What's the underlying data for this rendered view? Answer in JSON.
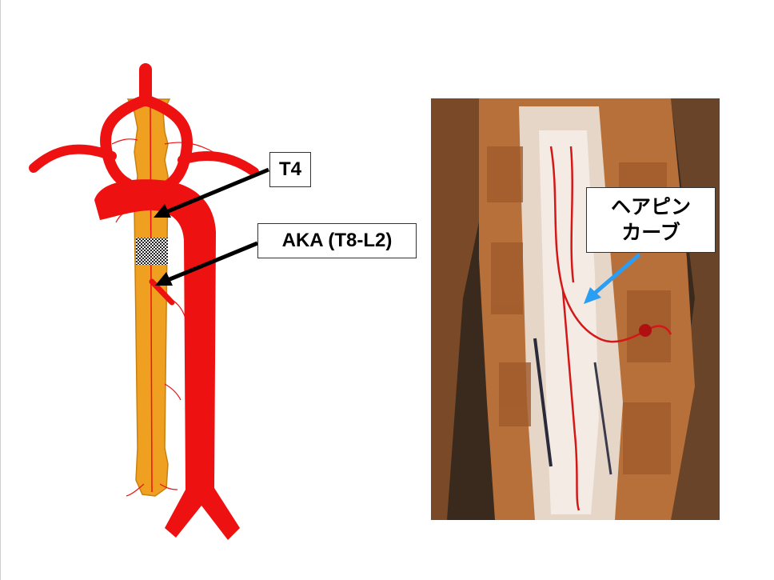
{
  "labels": {
    "t4": "T4",
    "aka": "AKA (T8-L2)",
    "hairpin_line1": "ヘアピン",
    "hairpin_line2": "カーブ"
  },
  "colors": {
    "aorta": "#ee1111",
    "spinal_cord": "#f0a020",
    "spinal_cord_outline": "#c88010",
    "arrow_black": "#000000",
    "arrow_blue": "#2a9df4",
    "photo_bone": "#b8703a",
    "photo_dark": "#3a2a1e"
  },
  "icons": {
    "graft": "graft-patch-icon",
    "specimen": "spinal-specimen-photo"
  }
}
